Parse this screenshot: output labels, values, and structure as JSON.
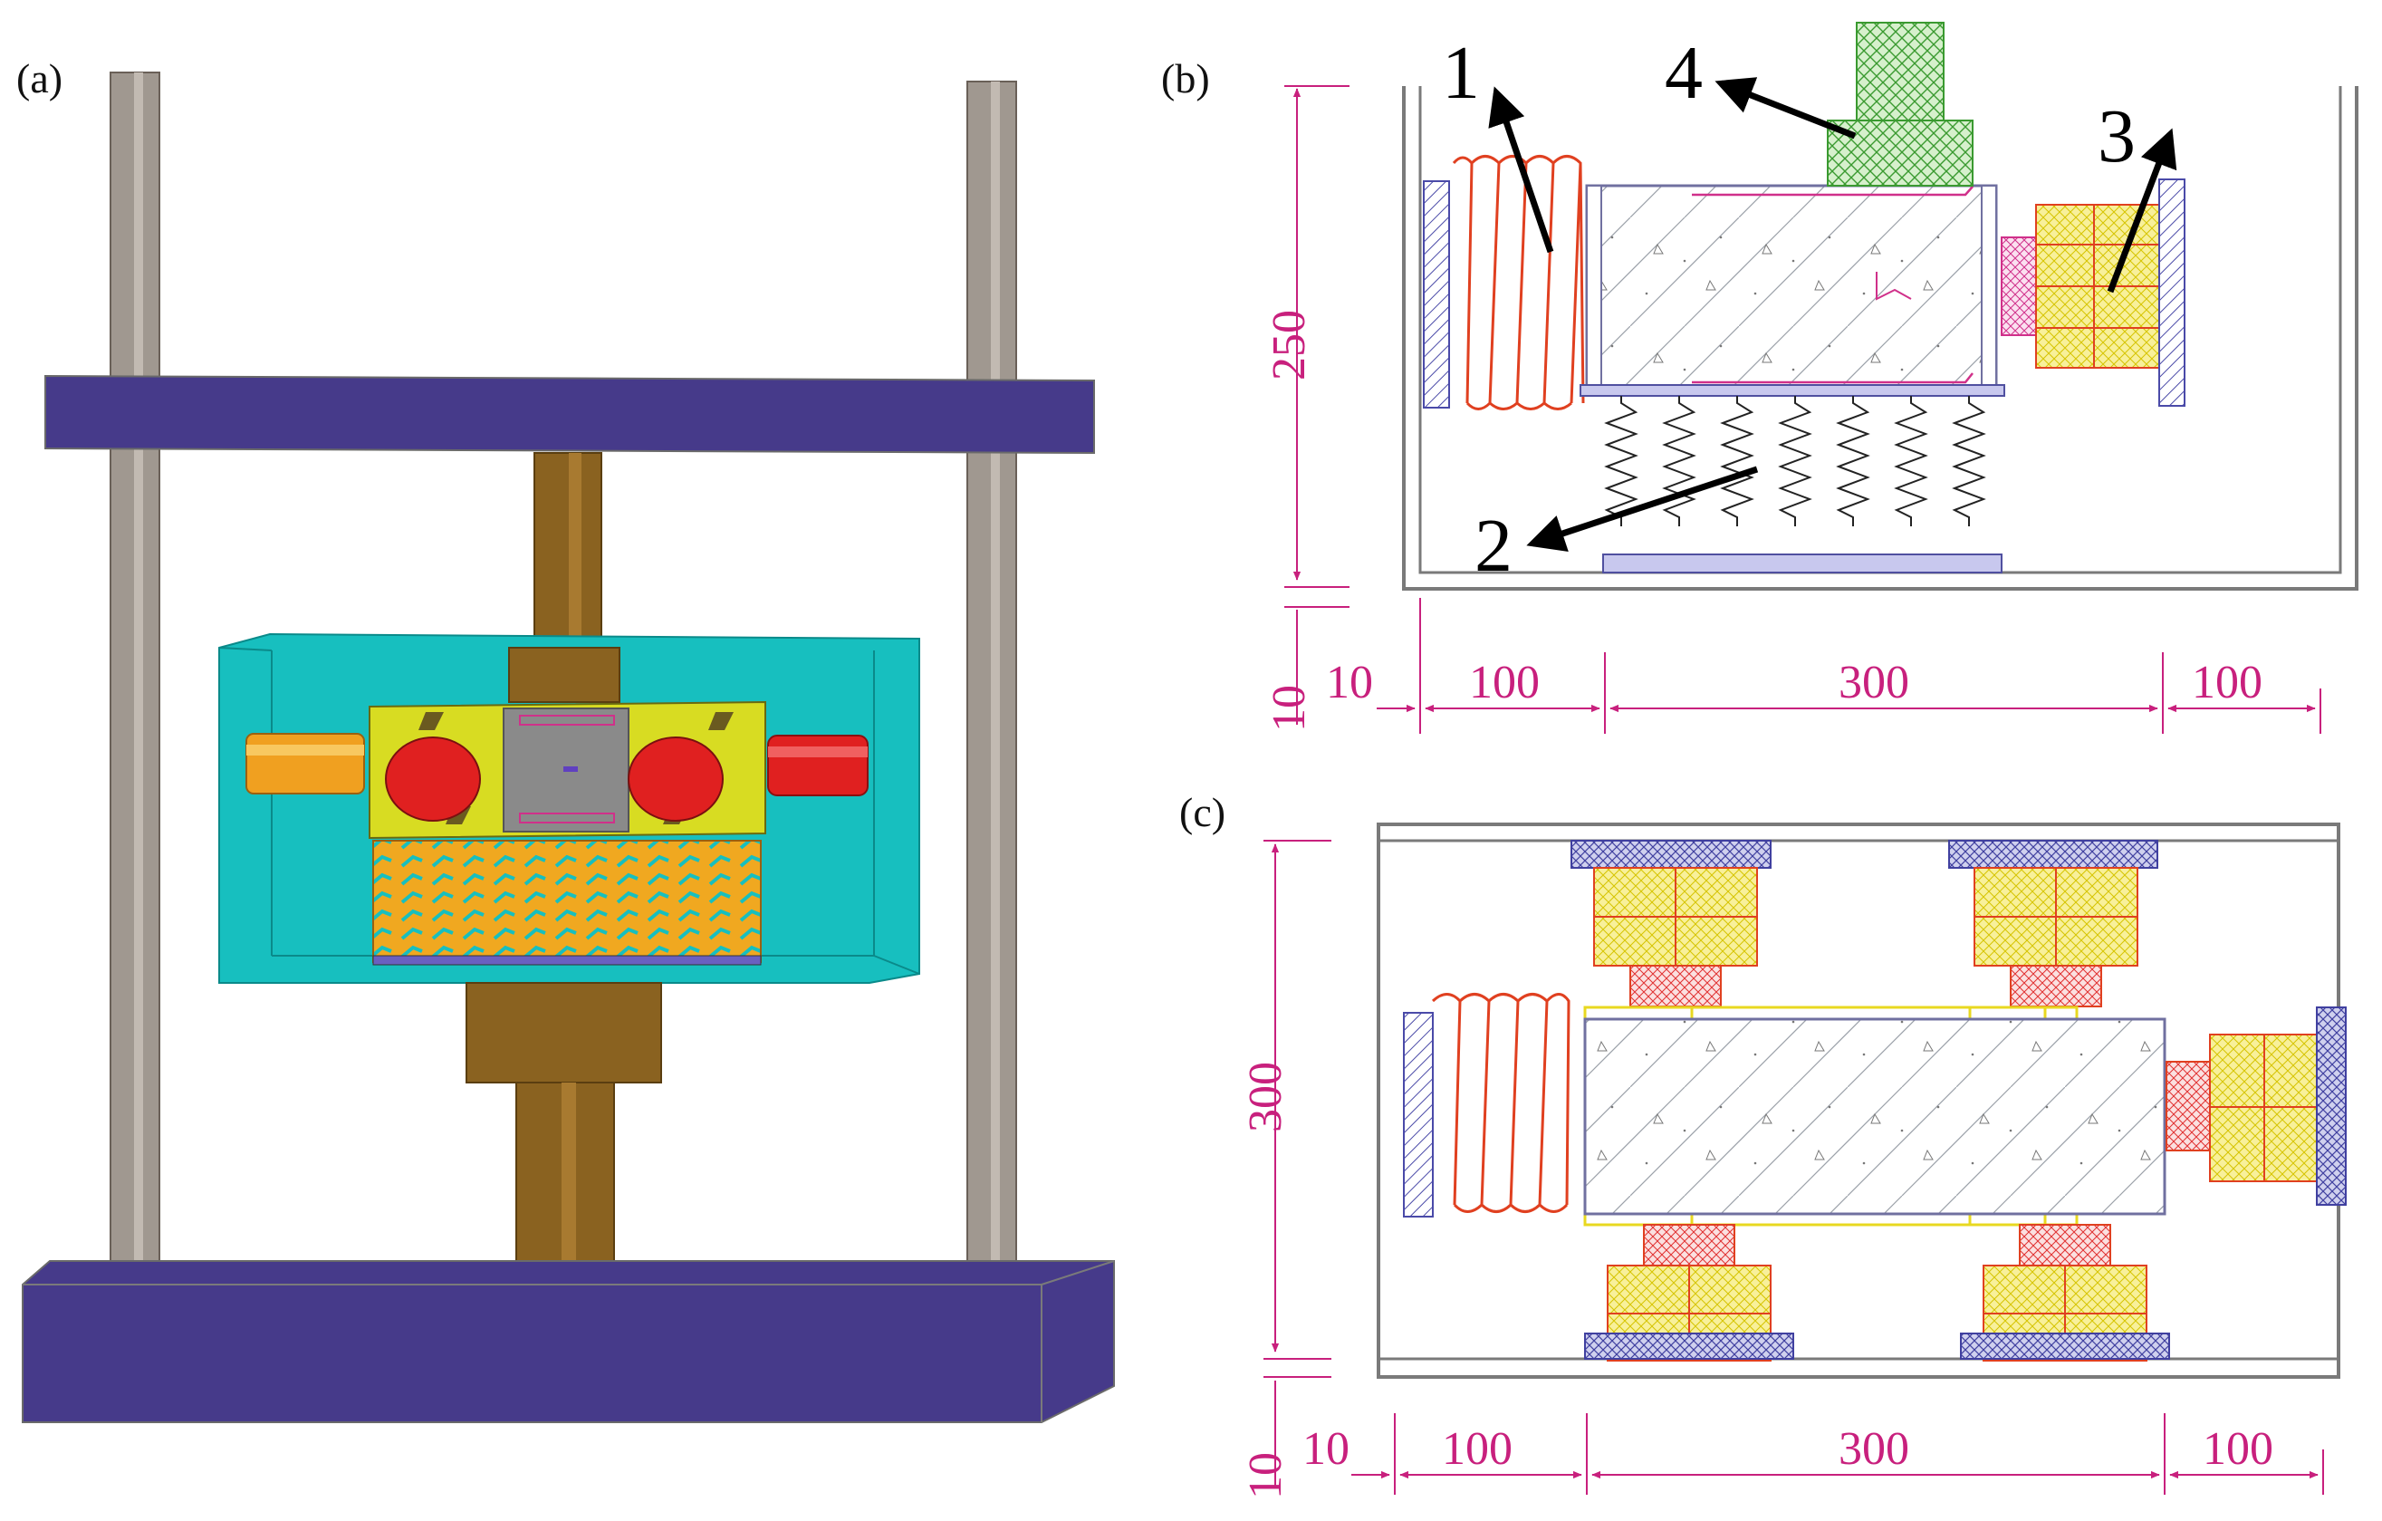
{
  "panels": {
    "a": "(a)",
    "b": "(b)",
    "c": "(c)"
  },
  "callouts": [
    "1",
    "2",
    "3",
    "4"
  ],
  "panel_b": {
    "height_dim": "250",
    "base_dim": "10",
    "wall_dim": "10",
    "left_dim": "100",
    "mid_dim": "300",
    "right_dim": "100"
  },
  "panel_c": {
    "height_dim": "300",
    "base_dim": "10",
    "wall_dim": "10",
    "left_dim": "100",
    "mid_dim": "300",
    "right_dim": "100"
  },
  "colors": {
    "frame_purple": "#4a3a8a",
    "rod_gray": "#a09890",
    "bronze": "#8a6220",
    "tank_cyan": "#17bfbf",
    "block_yellow": "#d8dc22",
    "knob_red": "#e02020",
    "spring_orange": "#f0a820",
    "dimension_magenta": "#c8207d",
    "spring_red": "#e04020",
    "pad_yellow": "#f5ec7a",
    "loader_green": "#5cb84a"
  }
}
